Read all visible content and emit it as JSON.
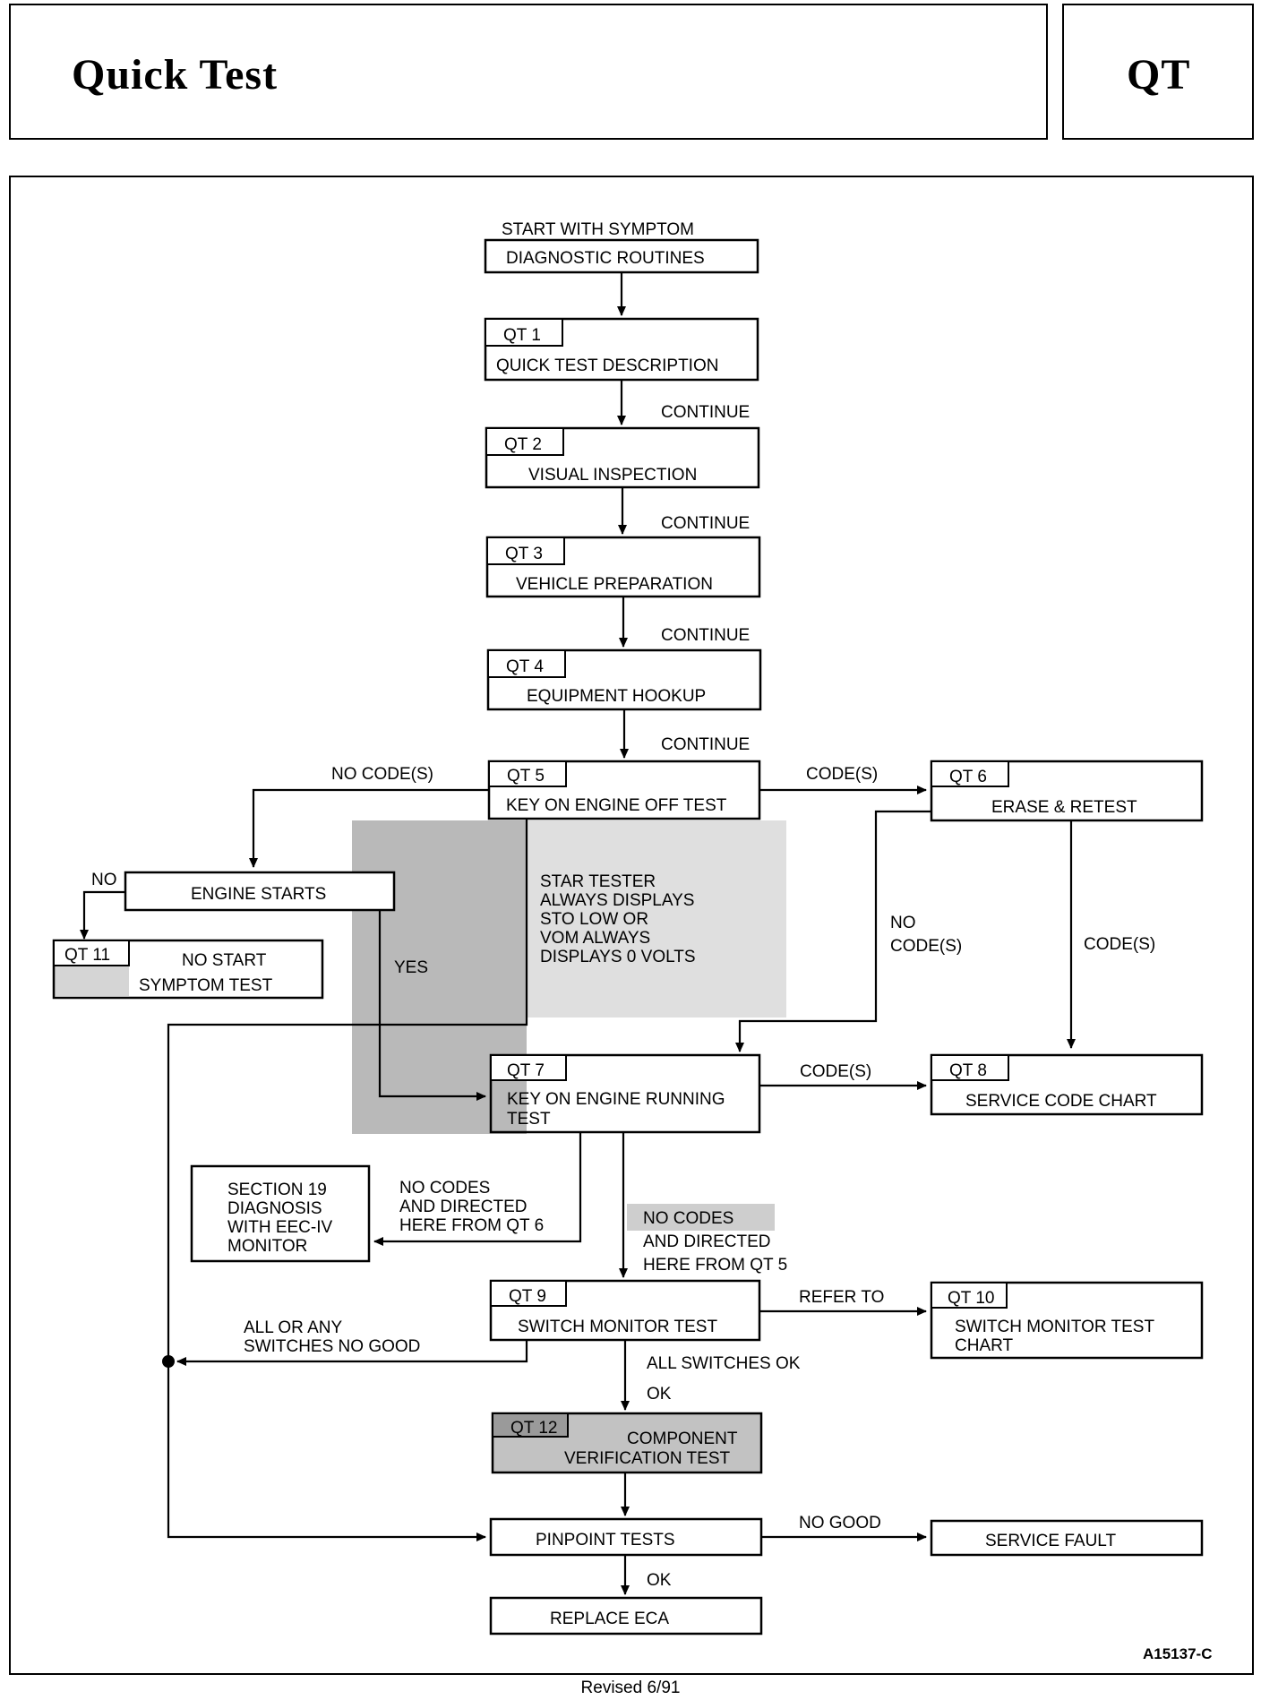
{
  "header": {
    "title": "Quick Test",
    "code": "QT"
  },
  "nodes": {
    "start_label": "START WITH SYMPTOM",
    "start": "DIAGNOSTIC ROUTINES",
    "qt1": {
      "tag": "QT 1",
      "label": "QUICK TEST DESCRIPTION"
    },
    "qt2": {
      "tag": "QT 2",
      "label": "VISUAL INSPECTION"
    },
    "qt3": {
      "tag": "QT 3",
      "label": "VEHICLE PREPARATION"
    },
    "qt4": {
      "tag": "QT 4",
      "label": "EQUIPMENT HOOKUP"
    },
    "qt5": {
      "tag": "QT 5",
      "label": "KEY ON ENGINE OFF TEST"
    },
    "qt6": {
      "tag": "QT 6",
      "label": "ERASE & RETEST"
    },
    "engine_starts": "ENGINE STARTS",
    "qt11": {
      "tag": "QT 11",
      "label1": "NO START",
      "label2": "SYMPTOM  TEST"
    },
    "star_note": [
      "STAR TESTER",
      "ALWAYS DISPLAYS",
      "STO LOW OR",
      "VOM ALWAYS",
      "DISPLAYS 0 VOLTS"
    ],
    "qt7": {
      "tag": "QT 7",
      "label1": "KEY ON ENGINE RUNNING",
      "label2": "TEST"
    },
    "qt8": {
      "tag": "QT 8",
      "label": "SERVICE CODE CHART"
    },
    "section19": [
      "SECTION 19",
      "DIAGNOSIS",
      "WITH EEC-IV",
      "MONITOR"
    ],
    "qt9": {
      "tag": "QT 9",
      "label": "SWITCH MONITOR TEST"
    },
    "qt10": {
      "tag": "QT 10",
      "label1": "SWITCH MONITOR TEST",
      "label2": "CHART"
    },
    "qt12": {
      "tag": "QT 12",
      "label1": "COMPONENT",
      "label2": "VERIFICATION TEST"
    },
    "pinpoint": "PINPOINT TESTS",
    "service_fault": "SERVICE FAULT",
    "replace_eca": "REPLACE ECA"
  },
  "edge_labels": {
    "continue": "CONTINUE",
    "no_codes_paren": "NO CODE(S)",
    "codes_paren": "CODE(S)",
    "no": "NO",
    "yes": "YES",
    "no_codes_qt6": [
      "NO",
      "CODE(S)"
    ],
    "qt6_codes": "CODE(S)",
    "qt7_codes": "CODE(S)",
    "no_codes_directed_qt6": [
      "NO CODES",
      "AND DIRECTED",
      "HERE FROM QT 6"
    ],
    "no_codes_directed_qt5": [
      "NO CODES",
      "AND DIRECTED",
      "HERE FROM QT 5"
    ],
    "refer_to": "REFER TO",
    "all_or_any": [
      "ALL OR ANY",
      "SWITCHES NO GOOD"
    ],
    "all_switches_ok": "ALL SWITCHES OK",
    "ok": "OK",
    "no_good": "NO GOOD",
    "ok2": "OK"
  },
  "figure_id": "A15137-C",
  "footer": "Revised 6/91"
}
